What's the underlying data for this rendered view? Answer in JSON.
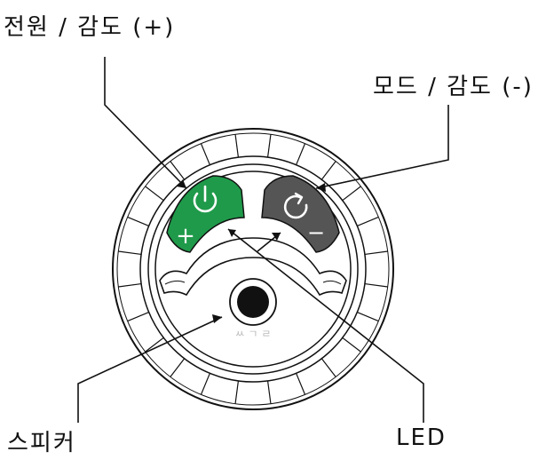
{
  "labels": {
    "power_sensitivity_plus": "전원 / 감도 (+)",
    "mode_sensitivity_minus": "모드 / 감도 (-)",
    "speaker": "스피커",
    "led": "LED"
  },
  "device_markings": {
    "plus_symbol": "+",
    "minus_symbol": "−",
    "speaker_grille_text": "ㅆ ㄱ ㄹ"
  },
  "colors": {
    "power_button": "#1f9a4a",
    "mode_button": "#555555",
    "outline": "#111111",
    "icon_white": "#ffffff"
  },
  "icons": {
    "power_button_icon": "power-icon",
    "mode_button_icon": "refresh-icon"
  }
}
